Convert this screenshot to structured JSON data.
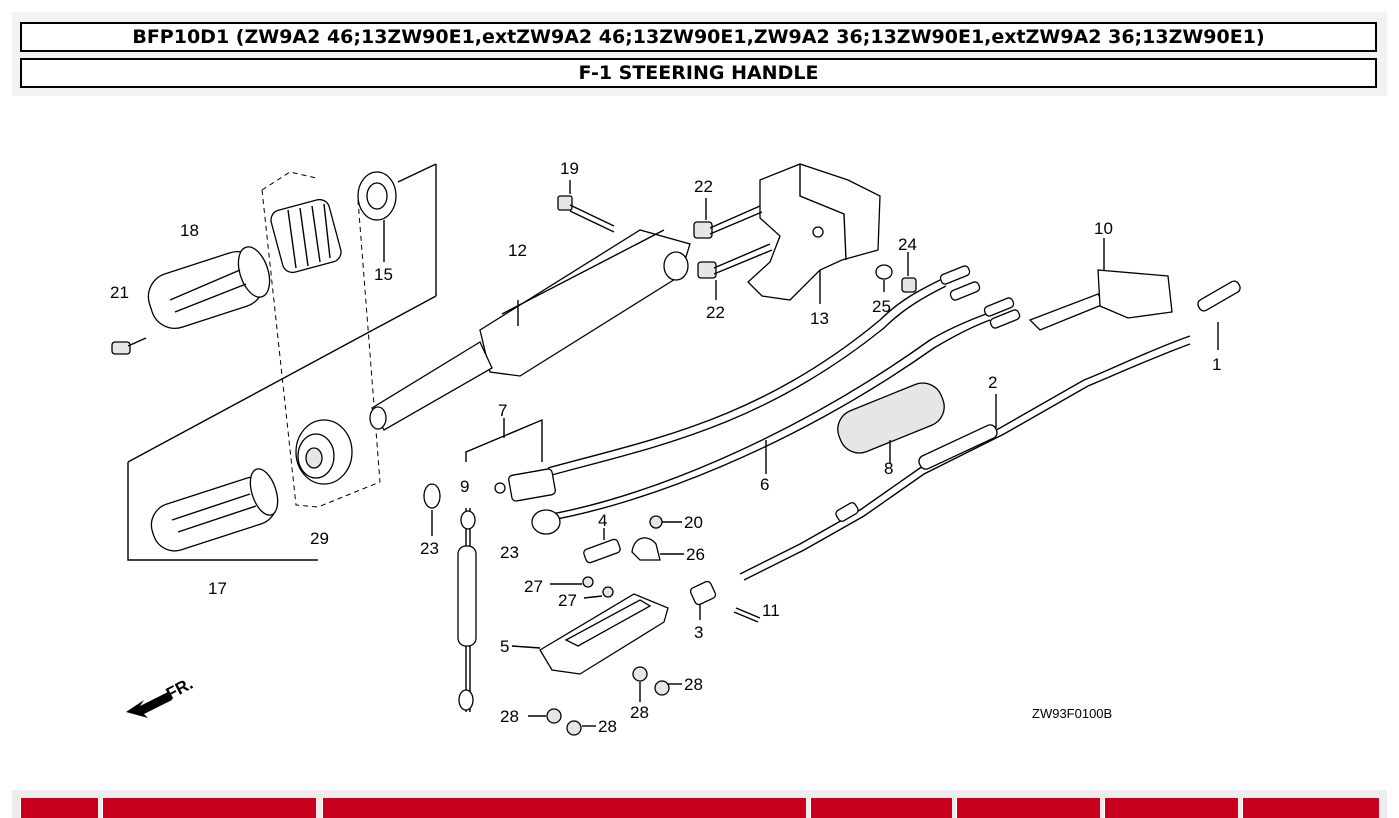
{
  "header": {
    "model_title": "BFP10D1 (ZW9A2 46;13ZW90E1,extZW9A2 46;13ZW90E1,ZW9A2 36;13ZW90E1,extZW9A2 36;13ZW90E1)",
    "section_title": "F-1 STEERING HANDLE"
  },
  "diagram": {
    "diagram_code": "ZW93F0100B",
    "front_indicator": "FR.",
    "callouts": [
      "1",
      "2",
      "3",
      "4",
      "5",
      "6",
      "7",
      "8",
      "9",
      "10",
      "11",
      "12",
      "13",
      "15",
      "17",
      "18",
      "19",
      "20",
      "21",
      "22",
      "22",
      "23",
      "23",
      "24",
      "25",
      "26",
      "27",
      "27",
      "28",
      "28",
      "28",
      "28",
      "29"
    ]
  },
  "parts_table": {
    "header_color": "#c8001e",
    "columns": [
      "",
      "",
      "",
      "",
      "",
      "",
      ""
    ]
  }
}
